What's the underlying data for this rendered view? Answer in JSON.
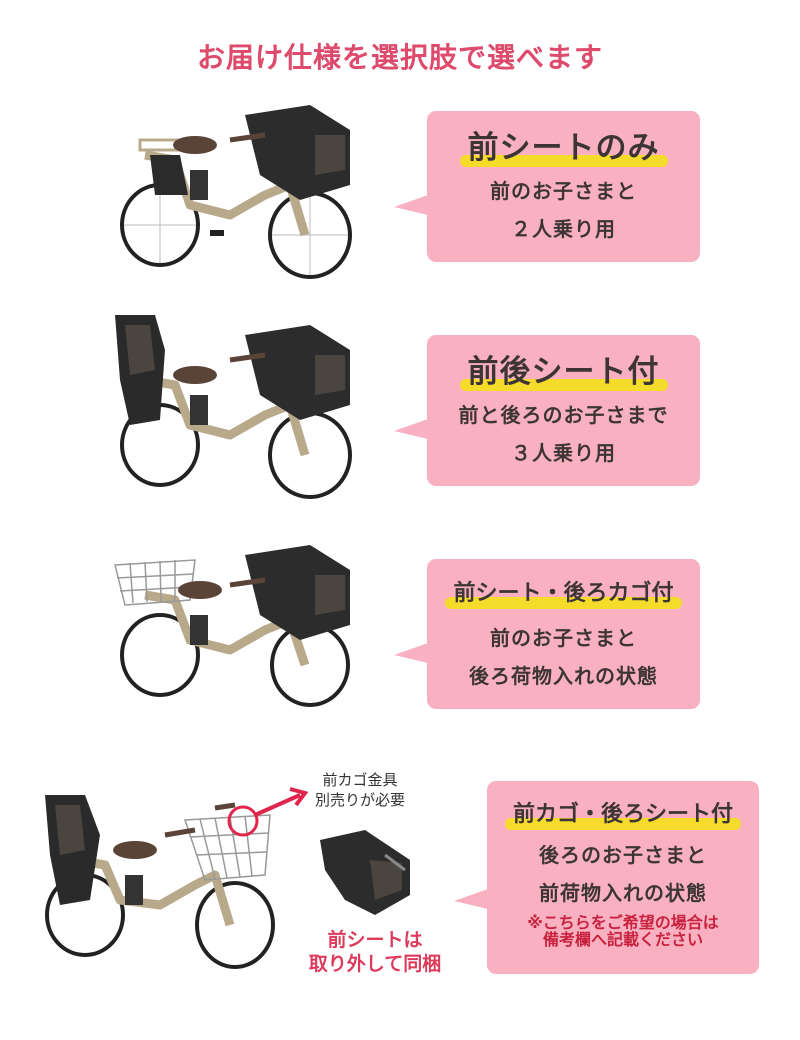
{
  "header": {
    "title": "お届け仕様を選択肢で選べます"
  },
  "colors": {
    "title": "#dd4a6b",
    "bubble": "#f9b1c2",
    "highlight": "#f5dc2b",
    "text": "#3d3535",
    "note": "#c8223f",
    "frame": "#b8a98a"
  },
  "options": [
    {
      "title": "前シートのみ",
      "lines": [
        "前のお子さまと",
        "２人乗り用"
      ],
      "image": "bike-front-seat-only"
    },
    {
      "title": "前後シート付",
      "lines": [
        "前と後ろのお子さまで",
        "３人乗り用"
      ],
      "image": "bike-front-rear-seats"
    },
    {
      "title": "前シート・後ろカゴ付",
      "lines": [
        "前のお子さまと",
        "後ろ荷物入れの状態"
      ],
      "image": "bike-front-seat-rear-basket"
    },
    {
      "title": "前カゴ・後ろシート付",
      "lines": [
        "後ろのお子さまと",
        "前荷物入れの状態"
      ],
      "note": [
        "※こちらをご希望の場合は",
        "備考欄へ記載ください"
      ],
      "image": "bike-front-basket-rear-seat"
    }
  ],
  "callouts": {
    "bracket": [
      "前カゴ金具",
      "別売りが必要"
    ],
    "front_seat": [
      "前シートは",
      "取り外して同梱"
    ]
  }
}
